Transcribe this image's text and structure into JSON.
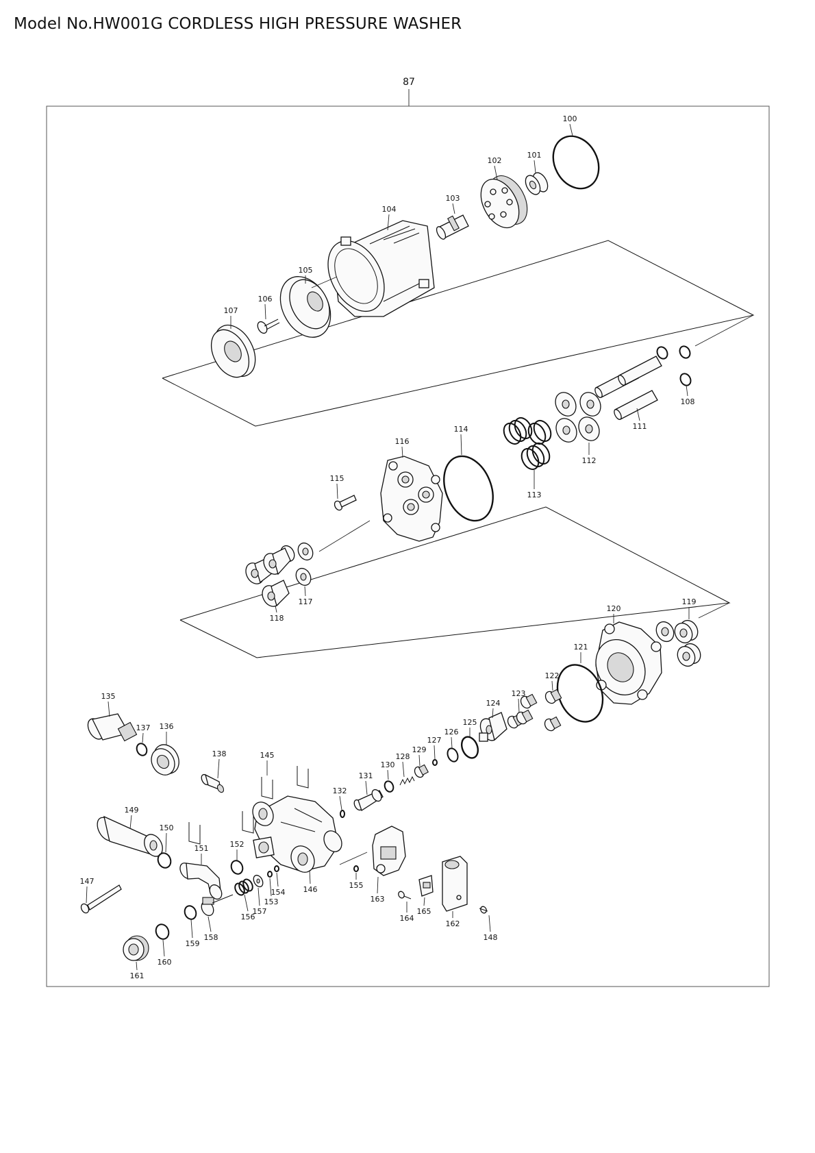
{
  "header": {
    "title": "Model No.HW001G CORDLESS HIGH PRESSURE WASHER"
  },
  "diagram": {
    "assembly_label": "87",
    "part_labels": {
      "p100": "100",
      "p101": "101",
      "p102": "102",
      "p103": "103",
      "p104": "104",
      "p105": "105",
      "p106": "106",
      "p107": "107",
      "p108": "108",
      "p111": "111",
      "p112": "112",
      "p113": "113",
      "p114": "114",
      "p115": "115",
      "p116": "116",
      "p117": "117",
      "p118": "118",
      "p119": "119",
      "p120": "120",
      "p121": "121",
      "p122": "122",
      "p123": "123",
      "p124": "124",
      "p125": "125",
      "p126": "126",
      "p127": "127",
      "p128": "128",
      "p129": "129",
      "p130": "130",
      "p131": "131",
      "p132": "132",
      "p135": "135",
      "p136": "136",
      "p137": "137",
      "p138": "138",
      "p145": "145",
      "p146": "146",
      "p147": "147",
      "p148": "148",
      "p149": "149",
      "p150": "150",
      "p151": "151",
      "p152": "152",
      "p153": "153",
      "p154": "154",
      "p155": "155",
      "p156": "156",
      "p157": "157",
      "p158": "158",
      "p159": "159",
      "p160": "160",
      "p161": "161",
      "p162": "162",
      "p163": "163",
      "p164": "164",
      "p165": "165"
    }
  }
}
